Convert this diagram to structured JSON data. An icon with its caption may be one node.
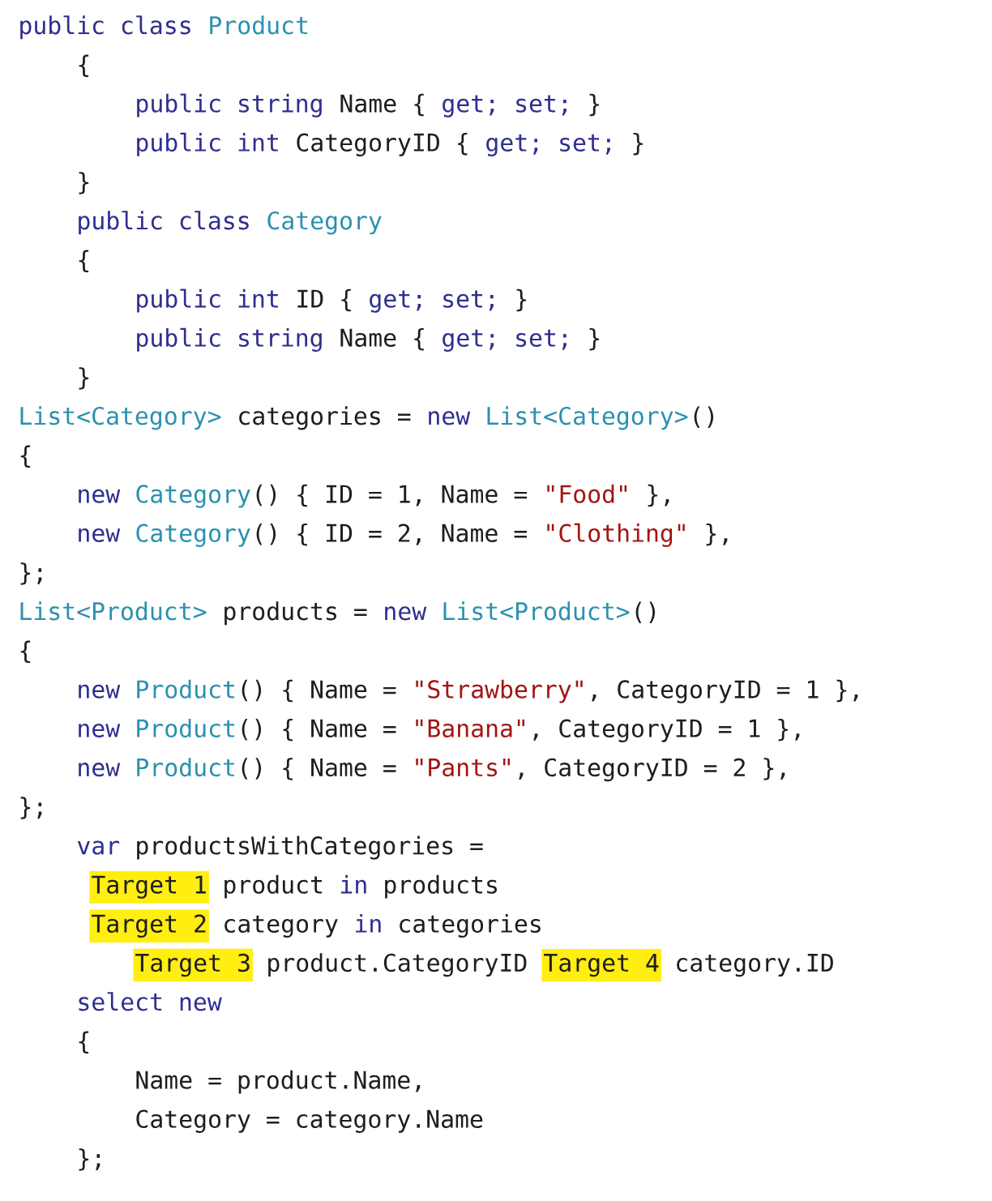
{
  "diagram": {
    "nodes": [
      {
        "text": [
          "Target 1"
        ]
      },
      {
        "text": [
          "Target 2"
        ]
      },
      {
        "text": [
          "Target 3"
        ]
      },
      {
        "text": [
          "Target 4"
        ]
      }
    ],
    "labels": [
      "public class",
      "Product",
      "{",
      "public string",
      "Name {",
      "get; set;",
      "}",
      "public int",
      "CategoryID {",
      "get; set;",
      "}",
      "}",
      "public class",
      "Category",
      "{",
      "public int",
      "ID {",
      "get; set;",
      "}",
      "public string",
      "Name {",
      "get; set;",
      "}",
      "}",
      "List<Category>",
      "categories =",
      "new",
      "List<Category>",
      "()",
      "{",
      "new",
      "Category",
      "() { ID = 1, Name =",
      "\"Food\"",
      "},",
      "new",
      "Category",
      "() { ID = 2, Name =",
      "\"Clothing\"",
      "},",
      "};",
      "List<Product>",
      "products =",
      "new",
      "List<Product>",
      "()",
      "{",
      "new",
      "Product",
      "() { Name =",
      "\"Strawberry\"",
      ", CategoryID = 1 },",
      "new",
      "Product",
      "() { Name =",
      "\"Banana\"",
      ", CategoryID = 1 },",
      "new",
      "Product",
      "() { Name =",
      "\"Pants\"",
      ", CategoryID = 2 },",
      "};",
      "var",
      "productsWithCategories =",
      "product",
      "in",
      "products",
      "category",
      "in",
      "categories",
      "product.CategoryID",
      "category.ID",
      "select new",
      "{",
      "Name = product.Name,",
      "Category = category.Name",
      "};"
    ]
  }
}
